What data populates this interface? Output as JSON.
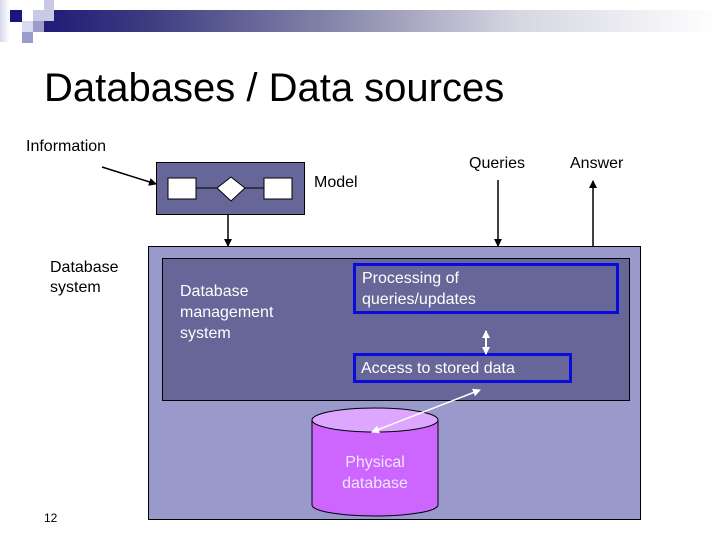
{
  "slide": {
    "title": "Databases / Data sources",
    "page_number": "12"
  },
  "labels": {
    "information": "Information",
    "model": "Model",
    "queries": "Queries",
    "answer": "Answer",
    "database_system_line1": "Database",
    "database_system_line2": "system"
  },
  "dbms": {
    "label_line1": "Database",
    "label_line2": "management",
    "label_line3": "system",
    "processing_line1": "Processing of",
    "processing_line2": "queries/updates",
    "access": "Access to stored data"
  },
  "physical_db": {
    "line1": "Physical",
    "line2": "database"
  },
  "colors": {
    "outer_box": "#9999cc",
    "inner_box": "#666699",
    "highlight_border": "#0a0adb",
    "cylinder": "#cc66ff",
    "cylinder_top": "#dda6ff",
    "header_dark": "#1f1a78"
  }
}
